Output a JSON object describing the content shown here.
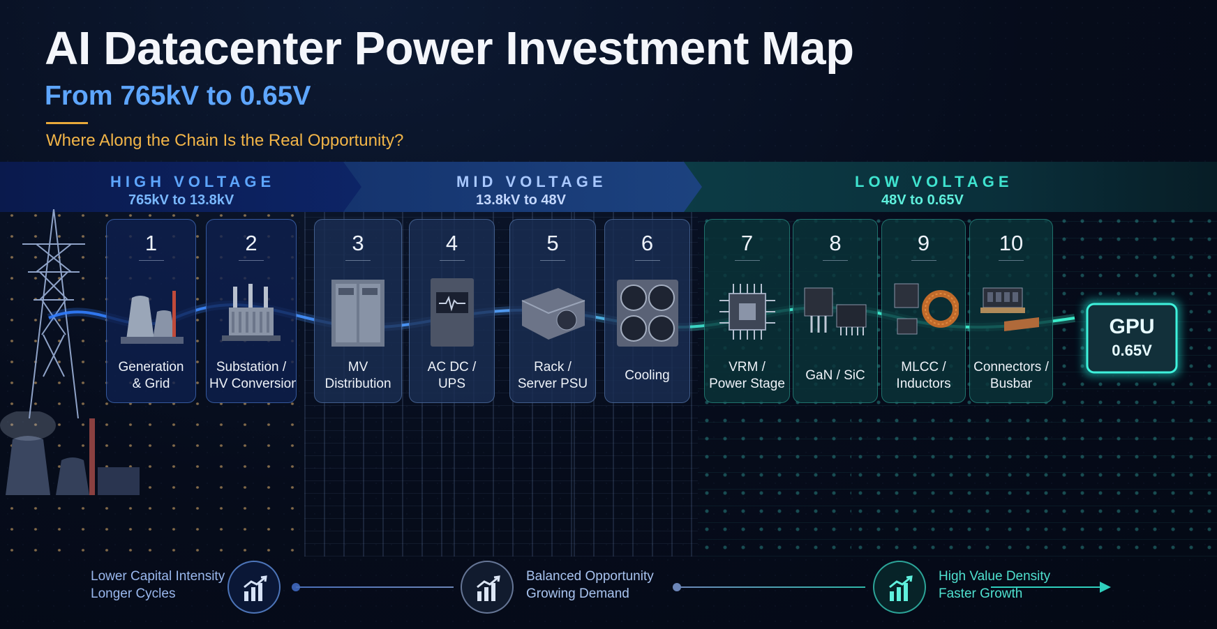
{
  "header": {
    "title": "AI Datacenter Power Investment Map",
    "subtitle": "From 765kV to 0.65V",
    "question": "Where Along the Chain Is the Real Opportunity?"
  },
  "bands": {
    "high": {
      "title": "HIGH VOLTAGE",
      "range": "765kV to 13.8kV",
      "color": "#5ea6ff"
    },
    "mid": {
      "title": "MID VOLTAGE",
      "range": "13.8kV to 48V",
      "color": "#9cc3ff"
    },
    "low": {
      "title": "LOW VOLTAGE",
      "range": "48V to 0.65V",
      "color": "#3fe3cf"
    }
  },
  "cards": [
    {
      "num": "1",
      "line1": "Generation",
      "line2": "& Grid",
      "icon": "power-plant-icon"
    },
    {
      "num": "2",
      "line1": "Substation /",
      "line2": "HV Conversion",
      "icon": "transformer-icon"
    },
    {
      "num": "3",
      "line1": "MV",
      "line2": "Distribution",
      "icon": "switchgear-icon"
    },
    {
      "num": "4",
      "line1": "AC DC /",
      "line2": "UPS",
      "icon": "ups-icon"
    },
    {
      "num": "5",
      "line1": "Rack /",
      "line2": "Server PSU",
      "icon": "psu-icon"
    },
    {
      "num": "6",
      "line1": "Cooling",
      "icon": "cooling-fan-icon"
    },
    {
      "num": "7",
      "line1": "VRM /",
      "line2": "Power Stage",
      "icon": "vrm-chip-icon"
    },
    {
      "num": "8",
      "line1": "GaN / SiC",
      "icon": "transistor-icon"
    },
    {
      "num": "9",
      "line1": "MLCC /",
      "line2": "Inductors",
      "icon": "inductor-icon"
    },
    {
      "num": "10",
      "line1": "Connectors /",
      "line2": "Busbar",
      "icon": "connector-icon"
    }
  ],
  "gpu": {
    "label": "GPU",
    "voltage": "0.65V"
  },
  "bottom": [
    {
      "line1": "Lower Capital Intensity",
      "line2": "Longer Cycles",
      "icon": "growth-chart-icon"
    },
    {
      "line1": "Balanced Opportunity",
      "line2": "Growing Demand",
      "icon": "growth-chart-icon"
    },
    {
      "line1": "High Value Density",
      "line2": "Faster Growth",
      "icon": "growth-chart-icon"
    }
  ]
}
